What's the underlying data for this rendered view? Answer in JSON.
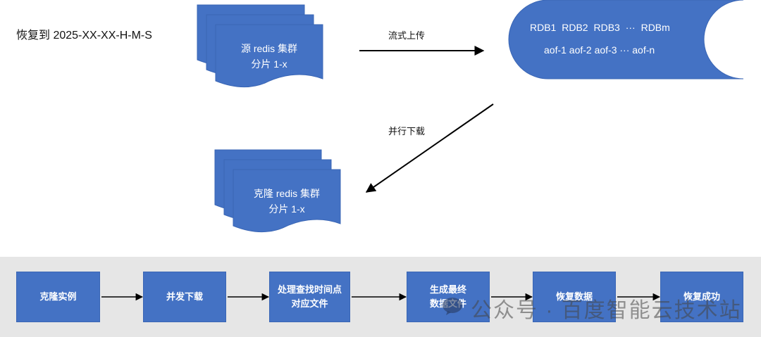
{
  "restore_target": "恢复到 2025-XX-XX-H-M-S",
  "source_cluster": {
    "line1": "源 redis 集群",
    "line2": "分片 1-x"
  },
  "upload_edge": {
    "label": "流式上传"
  },
  "storage": {
    "rdb_row": "RDB1   RDB2    RDB3 ··· RDBm",
    "aof_row": "aof-1  aof-2  aof-3 ··· aof-n"
  },
  "download_edge": {
    "label": "并行下载"
  },
  "clone_cluster": {
    "line1": "克隆 redis 集群",
    "line2": "分片 1-x"
  },
  "pipeline": {
    "steps": [
      {
        "line1": "克隆实例",
        "line2": ""
      },
      {
        "line1": "并发下载",
        "line2": ""
      },
      {
        "line1": "处理查找时间点",
        "line2": "对应文件"
      },
      {
        "line1": "生成最终",
        "line2": "数据文件"
      },
      {
        "line1": "恢复数据",
        "line2": ""
      },
      {
        "line1": "恢复成功",
        "line2": ""
      }
    ]
  },
  "watermark": {
    "text": "公众号 · 百度智能云技术站"
  },
  "colors": {
    "shape_fill": "#4472c4",
    "band": "#e6e6e6",
    "arrow": "#000000"
  }
}
